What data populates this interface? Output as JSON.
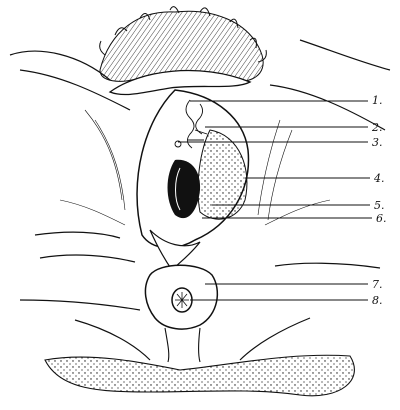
{
  "labels": [
    {
      "id": "1",
      "text": "1."
    },
    {
      "id": "2",
      "text": "2."
    },
    {
      "id": "3",
      "text": "3."
    },
    {
      "id": "4",
      "text": "4."
    },
    {
      "id": "5",
      "text": "5."
    },
    {
      "id": "6",
      "text": "6."
    },
    {
      "id": "7",
      "text": "7."
    },
    {
      "id": "8",
      "text": "8."
    }
  ],
  "colors": {
    "ink": "#111111",
    "background": "#ffffff"
  }
}
